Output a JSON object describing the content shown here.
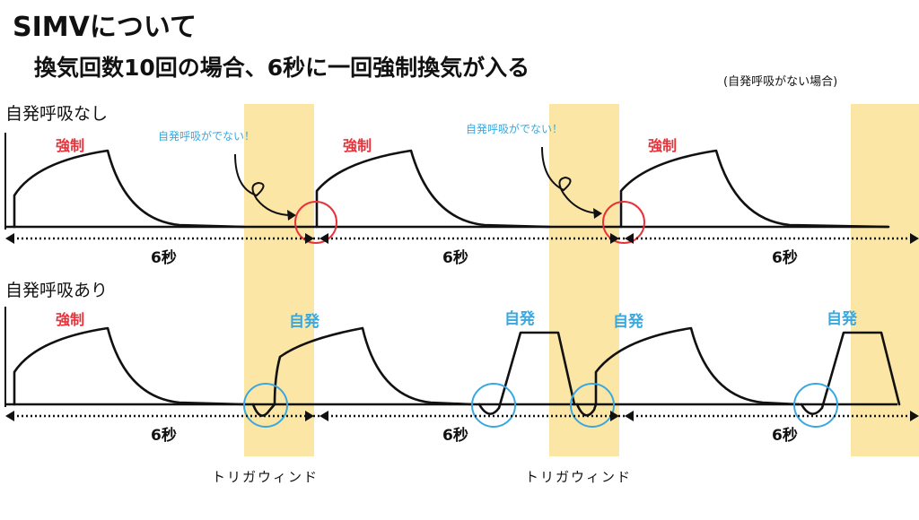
{
  "title": "SIMVについて",
  "subtitle": "換気回数10回の場合、6秒に一回強制換気が入る",
  "subtitle_note": "(自発呼吸がない場合)",
  "sections": {
    "without_spontaneous": "自発呼吸なし",
    "with_spontaneous": "自発呼吸あり"
  },
  "labels": {
    "forced": "強制",
    "spontaneous": "自発",
    "no_spontaneous_callout": "自発呼吸がでない！",
    "interval": "6秒",
    "trigger_window": "トリガウィンド"
  },
  "colors": {
    "forced_label": "#e8323a",
    "spontaneous_label": "#39a8e0",
    "trigger_window": "#fbe6a5",
    "circle_red": "#e8323a",
    "circle_blue": "#39a8e0",
    "line": "#111111"
  }
}
